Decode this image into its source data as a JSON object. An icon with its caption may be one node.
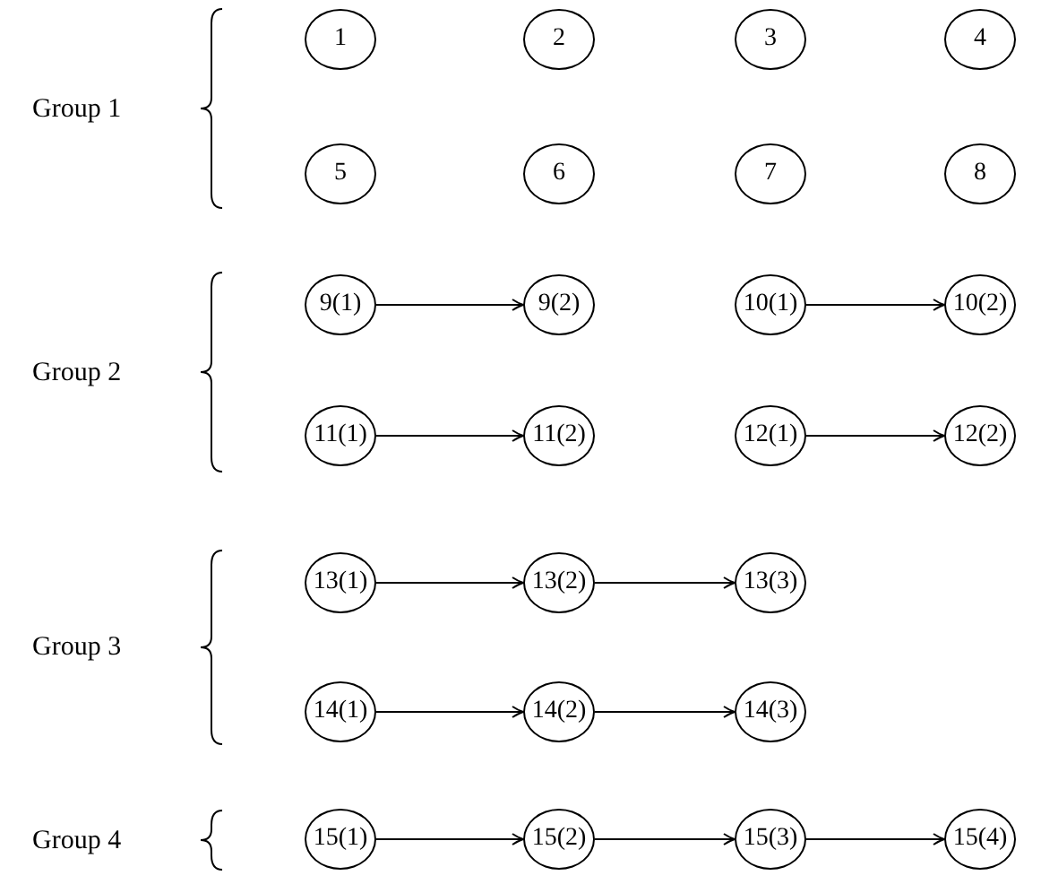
{
  "diagram": {
    "nodes": [
      {
        "text": [
          "1"
        ]
      },
      {
        "text": [
          "2"
        ]
      },
      {
        "text": [
          "3"
        ]
      },
      {
        "text": [
          "4"
        ]
      },
      {
        "text": [
          "5"
        ]
      },
      {
        "text": [
          "6"
        ]
      },
      {
        "text": [
          "7"
        ]
      },
      {
        "text": [
          "8"
        ]
      },
      {
        "text": [
          "9(1)"
        ]
      },
      {
        "text": [
          "9(2)"
        ]
      },
      {
        "text": [
          "10(1)"
        ]
      },
      {
        "text": [
          "10(2)"
        ]
      },
      {
        "text": [
          "11(1)"
        ]
      },
      {
        "text": [
          "11(2)"
        ]
      },
      {
        "text": [
          "12(1)"
        ]
      },
      {
        "text": [
          "12(2)"
        ]
      },
      {
        "text": [
          "13(1)"
        ]
      },
      {
        "text": [
          "13(2)"
        ]
      },
      {
        "text": [
          "13(3)"
        ]
      },
      {
        "text": [
          "14(1)"
        ]
      },
      {
        "text": [
          "14(2)"
        ]
      },
      {
        "text": [
          "14(3)"
        ]
      },
      {
        "text": [
          "15(1)"
        ]
      },
      {
        "text": [
          "15(2)"
        ]
      },
      {
        "text": [
          "15(3)"
        ]
      },
      {
        "text": [
          "15(4)"
        ]
      }
    ],
    "edges": [
      {
        "from": 8,
        "to": 9,
        "arrow": "to"
      },
      {
        "from": 10,
        "to": 11,
        "arrow": "to"
      },
      {
        "from": 12,
        "to": 13,
        "arrow": "to"
      },
      {
        "from": 14,
        "to": 15,
        "arrow": "to"
      },
      {
        "from": 16,
        "to": 17,
        "arrow": "to"
      },
      {
        "from": 17,
        "to": 18,
        "arrow": "to"
      },
      {
        "from": 19,
        "to": 20,
        "arrow": "to"
      },
      {
        "from": 20,
        "to": 21,
        "arrow": "to"
      },
      {
        "from": 22,
        "to": 23,
        "arrow": "to"
      },
      {
        "from": 23,
        "to": 24,
        "arrow": "to"
      },
      {
        "from": 24,
        "to": 25,
        "arrow": "to"
      }
    ],
    "labels": [
      "Group 1",
      "Group 2",
      "Group 3",
      "Group 4"
    ]
  }
}
